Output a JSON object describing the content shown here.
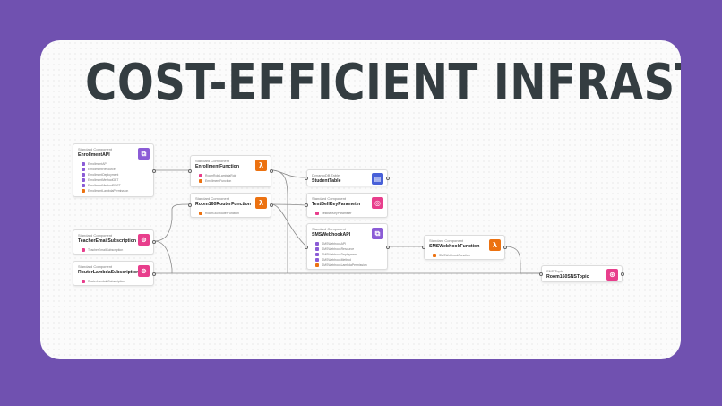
{
  "title": "COST-EFFICIENT INFRASTRUCTURE",
  "colors": {
    "background": "#7051b0",
    "api": "#8b5cd6",
    "lambda": "#ec7211",
    "pink": "#e83e8c",
    "dynamodb": "#4860d8"
  },
  "nodes": [
    {
      "category": "Standard Component",
      "name": "EnrollmentAPI",
      "icon": "api-gateway-icon",
      "resources": [
        {
          "label": "EnrollmentAPI",
          "color": "#8b5cd6"
        },
        {
          "label": "EnrollmentResource",
          "color": "#8b5cd6"
        },
        {
          "label": "EnrollmentDeployment",
          "color": "#8b5cd6"
        },
        {
          "label": "EnrollmentMethodGET",
          "color": "#8b5cd6"
        },
        {
          "label": "EnrollmentMethodPOST",
          "color": "#8b5cd6"
        },
        {
          "label": "EnrollmentLambdaPermission",
          "color": "#ec7211"
        }
      ]
    },
    {
      "category": "Standard Component",
      "name": "EnrollmentFunction",
      "icon": "lambda-icon",
      "resources": [
        {
          "label": "RoomRoleLambdaRole",
          "color": "#e83e8c"
        },
        {
          "label": "EnrollmentFunction",
          "color": "#ec7211"
        }
      ]
    },
    {
      "category": "Standard Component",
      "name": "Room160RouterFunction",
      "icon": "lambda-icon",
      "resources": [
        {
          "label": "Room160RouterFunction",
          "color": "#ec7211"
        }
      ]
    },
    {
      "category": "DynamoDB Table",
      "name": "StudentTable",
      "icon": "dynamodb-icon",
      "resources": []
    },
    {
      "category": "Standard Component",
      "name": "TestBellKeyParameter",
      "icon": "parameter-icon",
      "resources": [
        {
          "label": "TestBellKeyParameter",
          "color": "#e83e8c"
        }
      ]
    },
    {
      "category": "Standard Component",
      "name": "SMSWebhookAPI",
      "icon": "api-gateway-icon",
      "resources": [
        {
          "label": "SMSWebhookAPI",
          "color": "#8b5cd6"
        },
        {
          "label": "SMSWebhookResource",
          "color": "#8b5cd6"
        },
        {
          "label": "SMSWebhookDeployment",
          "color": "#8b5cd6"
        },
        {
          "label": "SMSWebhookMethod",
          "color": "#8b5cd6"
        },
        {
          "label": "SMSWebhookLambdaPermission",
          "color": "#ec7211"
        }
      ]
    },
    {
      "category": "Standard Component",
      "name": "SMSWebhookFunction",
      "icon": "lambda-icon",
      "resources": [
        {
          "label": "SMSWebhookFunction",
          "color": "#ec7211"
        }
      ]
    },
    {
      "category": "Standard Component",
      "name": "TeacherEmailSubscription",
      "icon": "subscription-icon",
      "resources": [
        {
          "label": "TeacherEmailSubscription",
          "color": "#e83e8c"
        }
      ]
    },
    {
      "category": "Standard Component",
      "name": "RouterLambdaSubscription",
      "icon": "subscription-icon",
      "resources": [
        {
          "label": "RouterLambdaSubscription",
          "color": "#e83e8c"
        }
      ]
    },
    {
      "category": "SNS Topic",
      "name": "Room160SNSTopic",
      "icon": "sns-topic-icon",
      "resources": []
    }
  ]
}
